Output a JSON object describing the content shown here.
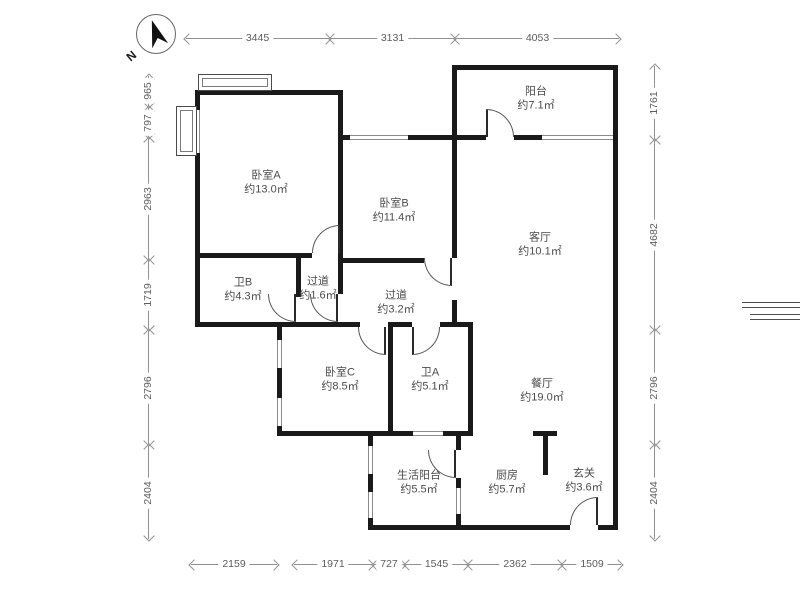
{
  "compass": {
    "label": "N"
  },
  "rooms": [
    {
      "id": "bedroom-a",
      "name": "卧室A",
      "area": "约13.0㎡"
    },
    {
      "id": "bedroom-b",
      "name": "卧室B",
      "area": "约11.4㎡"
    },
    {
      "id": "balcony",
      "name": "阳台",
      "area": "约7.1㎡"
    },
    {
      "id": "living-room",
      "name": "客厅",
      "area": "约10.1㎡"
    },
    {
      "id": "bath-b",
      "name": "卫B",
      "area": "约4.3㎡"
    },
    {
      "id": "hallway-small",
      "name": "过道",
      "area": "约1.6㎡"
    },
    {
      "id": "hallway",
      "name": "过道",
      "area": "约3.2㎡"
    },
    {
      "id": "bedroom-c",
      "name": "卧室C",
      "area": "约8.5㎡"
    },
    {
      "id": "bath-a",
      "name": "卫A",
      "area": "约5.1㎡"
    },
    {
      "id": "dining-room",
      "name": "餐厅",
      "area": "约19.0㎡"
    },
    {
      "id": "service-balcony",
      "name": "生活阳台",
      "area": "约5.5㎡"
    },
    {
      "id": "kitchen",
      "name": "厨房",
      "area": "约5.7㎡"
    },
    {
      "id": "entry",
      "name": "玄关",
      "area": "约3.6㎡"
    }
  ],
  "dimensions": {
    "top": [
      "3445",
      "3131",
      "4053"
    ],
    "left": [
      "965",
      "797",
      "2963",
      "1719",
      "2796",
      "2404"
    ],
    "right": [
      "1761",
      "4682",
      "2796",
      "2404"
    ],
    "bottom": [
      "2159",
      "1971",
      "727",
      "1545",
      "2362",
      "1509"
    ]
  },
  "colors": {
    "wall": "#1a1a1a",
    "dimension": "#909090",
    "window_frame": "#8c8c8c"
  }
}
